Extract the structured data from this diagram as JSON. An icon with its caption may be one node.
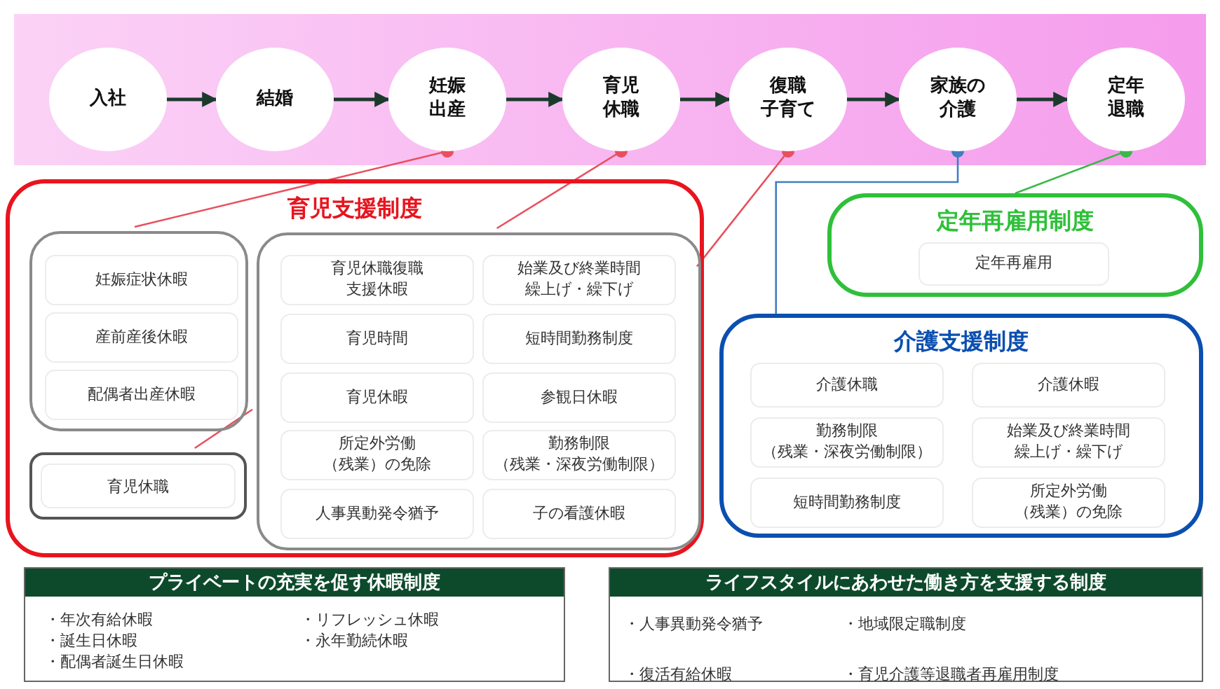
{
  "diagram": {
    "nodes": [
      {
        "text": [
          "入社"
        ]
      },
      {
        "text": [
          "結婚"
        ]
      },
      {
        "text": [
          "妊娠出産"
        ]
      },
      {
        "text": [
          "育児休職"
        ]
      },
      {
        "text": [
          "復職子育て"
        ]
      },
      {
        "text": [
          "家族の介護"
        ]
      },
      {
        "text": [
          "定年退職"
        ]
      },
      {
        "text": [
          "育児支援制度"
        ]
      },
      {
        "text": [],
        "shape": "box",
        "in": 7
      },
      {
        "text": [
          "妊娠症状休暇"
        ],
        "in": 8
      },
      {
        "text": [
          "産前産後休暇"
        ],
        "in": 8
      },
      {
        "text": [
          "配偶者出産休暇"
        ],
        "in": 8
      },
      {
        "text": [
          "育児休職"
        ],
        "in": 7
      },
      {
        "text": [],
        "shape": "box",
        "in": 7
      },
      {
        "text": [
          "育児休職復職支援休暇"
        ],
        "in": 13
      },
      {
        "text": [
          "始業及び終業時間繰上げ・繰下げ"
        ],
        "in": 13
      },
      {
        "text": [
          "育児時間"
        ],
        "in": 13
      },
      {
        "text": [
          "短時間勤務制度"
        ],
        "in": 13
      },
      {
        "text": [
          "育児休暇"
        ],
        "in": 13
      },
      {
        "text": [
          "参観日休暇"
        ],
        "in": 13
      },
      {
        "text": [
          "所定外労働（残業）の免除"
        ],
        "in": 13
      },
      {
        "text": [
          "勤務制限（残業・深夜労働制限）"
        ],
        "in": 13
      },
      {
        "text": [
          "人事異動発令猶予"
        ],
        "in": 13
      },
      {
        "text": [
          "子の看護休暇"
        ],
        "in": 13
      },
      {
        "text": [
          "定年再雇用制度"
        ]
      },
      {
        "text": [
          "定年再雇用"
        ],
        "in": 24
      },
      {
        "text": [
          "介護支援制度"
        ]
      },
      {
        "text": [
          "介護休職"
        ],
        "in": 26
      },
      {
        "text": [
          "介護休暇"
        ],
        "in": 26
      },
      {
        "text": [
          "勤務制限（残業・深夜労働制限）"
        ],
        "in": 26
      },
      {
        "text": [
          "始業及び終業時間繰上げ・繰下げ"
        ],
        "in": 26
      },
      {
        "text": [
          "短時間勤務制度"
        ],
        "in": 26
      },
      {
        "text": [
          "所定外労働（残業）の免除"
        ],
        "in": 26
      },
      {
        "text": [
          "プライベートの充実を促す休暇制度",
          "・年次有給休暇",
          "・誕生日休暇",
          "・配偶者誕生日休暇",
          "・リフレッシュ休暇",
          "・永年勤続休暇"
        ]
      },
      {
        "text": [
          "ライフスタイルにあわせた働き方を支援する制度",
          "・人事異動発令猶予",
          "・地域限定職制度",
          "・復活有給休暇",
          "・育児介護等退職者再雇用制度"
        ]
      }
    ],
    "edges": [
      {
        "from": 0,
        "to": 1,
        "arrow": "to"
      },
      {
        "from": 1,
        "to": 2,
        "arrow": "to"
      },
      {
        "from": 2,
        "to": 3,
        "arrow": "to"
      },
      {
        "from": 3,
        "to": 4,
        "arrow": "to"
      },
      {
        "from": 4,
        "to": 5,
        "arrow": "to"
      },
      {
        "from": 5,
        "to": 6,
        "arrow": "to"
      },
      {
        "from": 2,
        "to": 8,
        "arrow": "other",
        "color": "#e8505f"
      },
      {
        "from": 3,
        "to": 13,
        "arrow": "other",
        "color": "#e8505f"
      },
      {
        "from": 4,
        "to": 13,
        "arrow": "other",
        "color": "#e8505f"
      },
      {
        "from": 13,
        "to": 12,
        "arrow": "none",
        "color": "#e8505f"
      },
      {
        "from": 5,
        "to": 26,
        "arrow": "other",
        "color": "#3f7fc0"
      },
      {
        "from": 6,
        "to": 24,
        "arrow": "other",
        "color": "#3cb84a"
      }
    ]
  }
}
